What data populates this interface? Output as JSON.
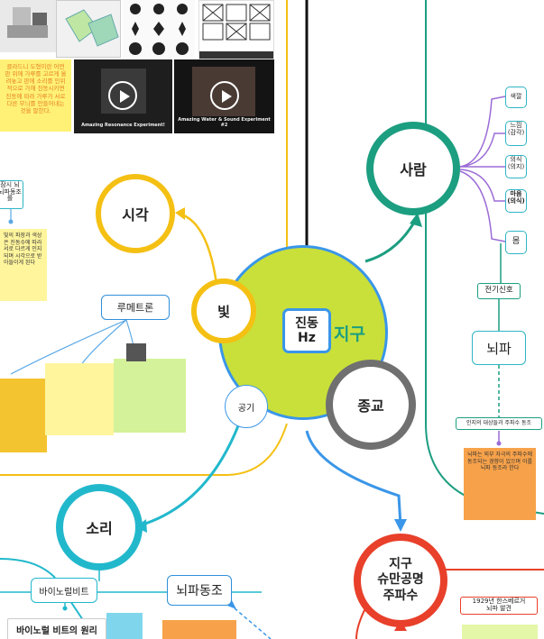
{
  "nodes": {
    "earth": "지구",
    "vibration": "진동\nHz",
    "light": "빛",
    "vision": "시각",
    "air": "공기",
    "sound": "소리",
    "person": "사람",
    "religion": "종교",
    "schumann": "지구\n슈만공명\n주파수",
    "brainwave": "뇌파",
    "brainwave_sync": "뇌파동조",
    "binaural": "바이노럴비트",
    "binaural_principle": "바이노럴 비트의 원리",
    "rumetron": "루메트론",
    "electric_signal": "전기신호",
    "body": "몸",
    "emotion": "색깔",
    "thought": "느낌\n(감각)",
    "mind": "의식\n(의지)",
    "spirit": "마음\n(의식)",
    "year_1929": "1929년 한스베르거\n뇌파 발견",
    "mini_left_top": "잠시 뇌\n뇌파동조\n를"
  },
  "notes": {
    "yellow_top": "클라드니 도형이란 어떤 판 위에 가루를 고르게 올려놓고 판에 소리를 인위적으로 가해 진동시키면 진동에 따라 가루가 서로 다른 무늬를 만들어내는 것을 말한다.",
    "wavelength_note": "빛의 파장과 색상은 진동수에 따라 서로 다르게 인지되며 시각으로 받아들이게 된다",
    "orange_right": "뇌파는 외부 자극의 주파수에 동조되는 경향이 있으며 이를 뇌파 동조라 한다",
    "green_right": "인지의 대상들과 주파수 동조"
  },
  "videos": [
    {
      "caption": "Amazing Resonance Experiment!"
    },
    {
      "caption": "Amazing Water & Sound Experiment #2"
    }
  ],
  "colors": {
    "earth_fill": "#c9e03a",
    "earth_ring": "#3a96e8",
    "yellow": "#f4c013",
    "teal": "#1c9e80",
    "grey": "#707070",
    "red": "#e8402a",
    "cyan": "#22b8cc",
    "purple": "#9b6bd6",
    "note_yellow": "#fff176",
    "note_orange": "#f7a24a",
    "note_green": "#d4f29a"
  }
}
